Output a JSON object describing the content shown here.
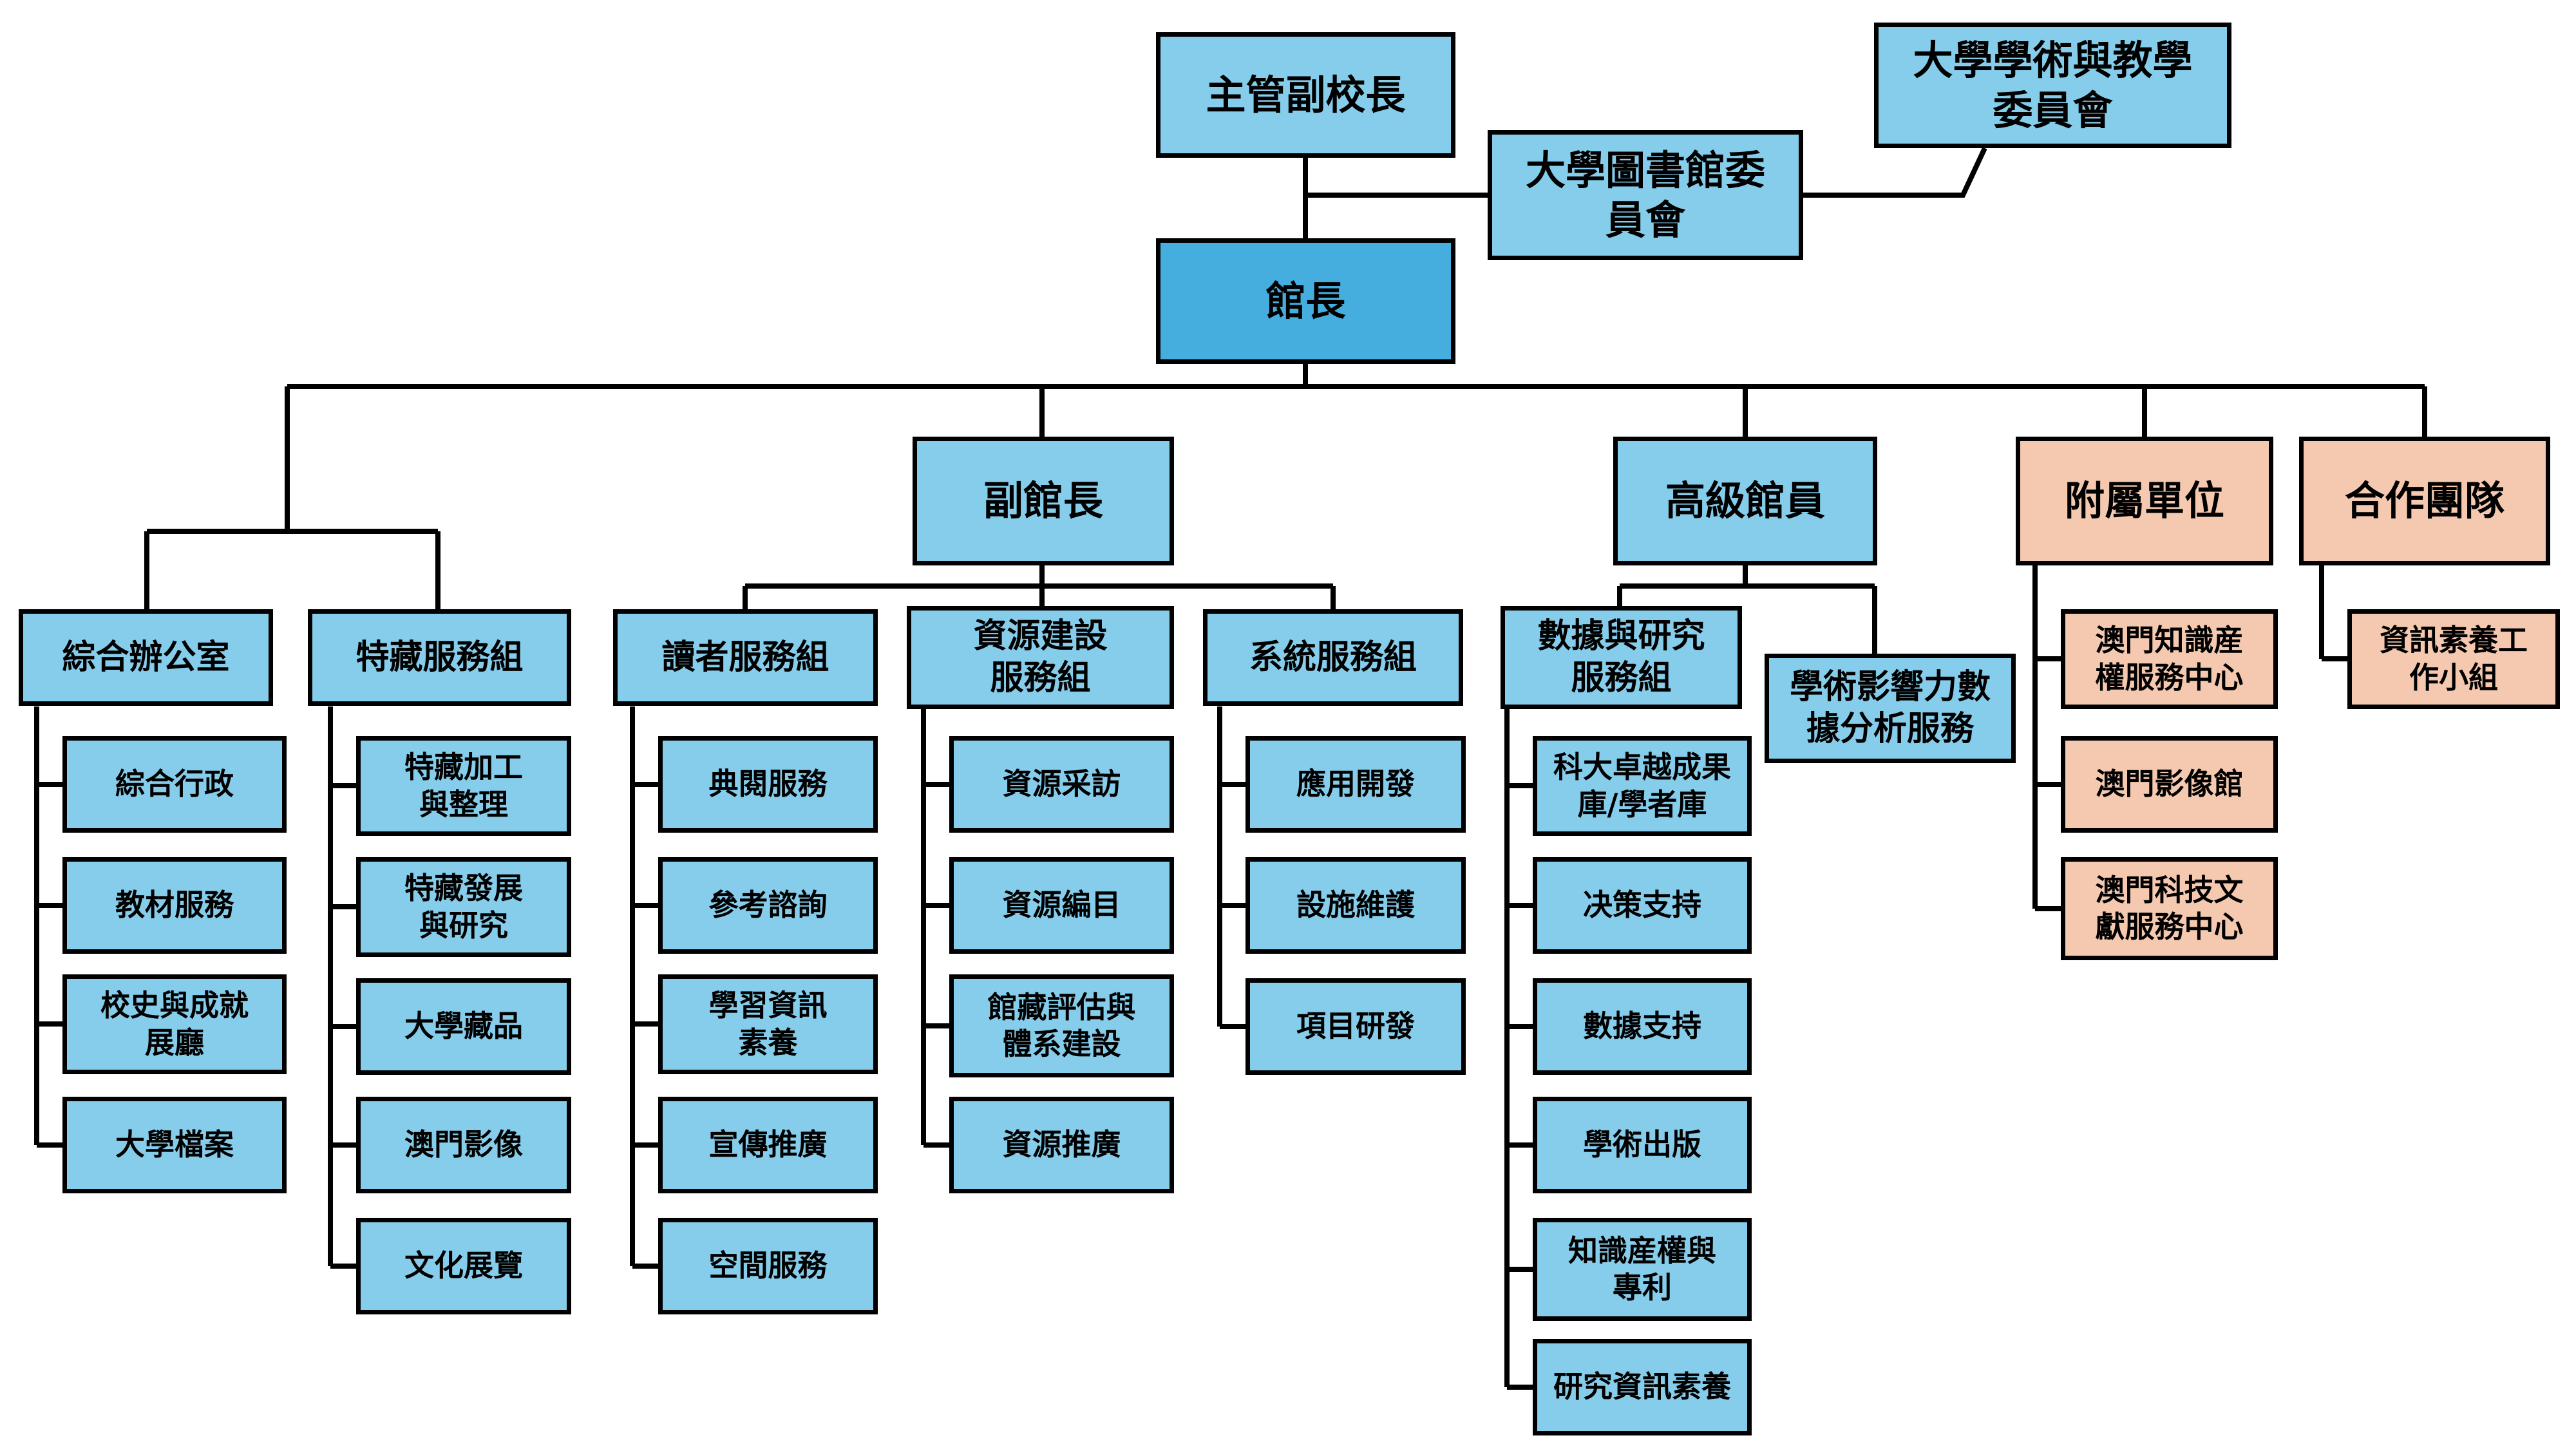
{
  "colors": {
    "box_blue": "#85CDEB",
    "box_blue_dark": "#46AEDE",
    "box_peach": "#F5C9AF",
    "border": "#000000",
    "background": "#FFFFFF"
  },
  "nodes": {
    "vp": {
      "label": "主管副校長"
    },
    "lib_committee": {
      "label": "大學圖書館委\n員會"
    },
    "acad_committee": {
      "label": "大學學術與教學\n委員會"
    },
    "director": {
      "label": "館長"
    },
    "deputy_director": {
      "label": "副館長"
    },
    "senior_librarian": {
      "label": "高級館員"
    },
    "affiliated_units": {
      "label": "附屬單位"
    },
    "cooperation_team": {
      "label": "合作團隊"
    },
    "general_office": {
      "label": "綜合辦公室"
    },
    "special_collections": {
      "label": "特藏服務組"
    },
    "reader_services": {
      "label": "讀者服務組"
    },
    "resource_development": {
      "label": "資源建設\n服務組"
    },
    "system_services": {
      "label": "系統服務組"
    },
    "data_research": {
      "label": "數據與研究\n服務組"
    },
    "impact_analysis": {
      "label": "學術影響力數\n據分析服務"
    },
    "general_admin": {
      "label": "綜合行政"
    },
    "teaching_materials": {
      "label": "教材服務"
    },
    "history_hall": {
      "label": "校史與成就\n展廳"
    },
    "university_archives": {
      "label": "大學檔案"
    },
    "sc_processing": {
      "label": "特藏加工\n與整理"
    },
    "sc_development": {
      "label": "特藏發展\n與研究"
    },
    "university_collections": {
      "label": "大學藏品"
    },
    "macau_images": {
      "label": "澳門影像"
    },
    "cultural_exhibitions": {
      "label": "文化展覽"
    },
    "circulation": {
      "label": "典閱服務"
    },
    "reference": {
      "label": "參考諮詢"
    },
    "learning_info_literacy": {
      "label": "學習資訊\n素養"
    },
    "promotion": {
      "label": "宣傳推廣"
    },
    "space_services": {
      "label": "空間服務"
    },
    "acquisition": {
      "label": "資源采訪"
    },
    "cataloging": {
      "label": "資源編目"
    },
    "collection_evaluation": {
      "label": "館藏評估與\n體系建設"
    },
    "resource_promotion": {
      "label": "資源推廣"
    },
    "app_development": {
      "label": "應用開發"
    },
    "facility_maintenance": {
      "label": "設施維護"
    },
    "project_rd": {
      "label": "項目研發"
    },
    "excellence_repository": {
      "label": "科大卓越成果\n庫/學者庫"
    },
    "decision_support": {
      "label": "决策支持"
    },
    "data_support": {
      "label": "數據支持"
    },
    "academic_publishing": {
      "label": "學術出版"
    },
    "ip_patents": {
      "label": "知識産權與\n專利"
    },
    "research_info_literacy": {
      "label": "研究資訊素養"
    },
    "ip_service_center": {
      "label": "澳門知識産\n權服務中心"
    },
    "macau_image_gallery": {
      "label": "澳門影像館"
    },
    "sci_doc_center": {
      "label": "澳門科技文\n獻服務中心"
    },
    "info_literacy_group": {
      "label": "資訊素養工\n作小組"
    }
  },
  "hierarchy": {
    "vp": [
      "director"
    ],
    "vp_lateral": [
      "lib_committee",
      "acad_committee"
    ],
    "director": [
      "general_office",
      "special_collections",
      "deputy_director",
      "senior_librarian",
      "affiliated_units",
      "cooperation_team"
    ],
    "deputy_director": [
      "reader_services",
      "resource_development",
      "system_services"
    ],
    "senior_librarian": [
      "data_research",
      "impact_analysis"
    ],
    "general_office": [
      "general_admin",
      "teaching_materials",
      "history_hall",
      "university_archives"
    ],
    "special_collections": [
      "sc_processing",
      "sc_development",
      "university_collections",
      "macau_images",
      "cultural_exhibitions"
    ],
    "reader_services": [
      "circulation",
      "reference",
      "learning_info_literacy",
      "promotion",
      "space_services"
    ],
    "resource_development": [
      "acquisition",
      "cataloging",
      "collection_evaluation",
      "resource_promotion"
    ],
    "system_services": [
      "app_development",
      "facility_maintenance",
      "project_rd"
    ],
    "data_research": [
      "excellence_repository",
      "decision_support",
      "data_support",
      "academic_publishing",
      "ip_patents",
      "research_info_literacy"
    ],
    "affiliated_units": [
      "ip_service_center",
      "macau_image_gallery",
      "sci_doc_center"
    ],
    "cooperation_team": [
      "info_literacy_group"
    ]
  }
}
